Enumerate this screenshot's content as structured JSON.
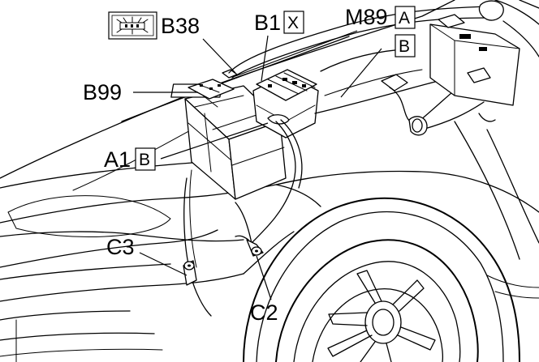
{
  "callouts": [
    {
      "id": "b38",
      "text": "B38",
      "suffix": ""
    },
    {
      "id": "b1",
      "text": "B1",
      "suffix": "X"
    },
    {
      "id": "m89",
      "text": "M89",
      "suffix": "A"
    },
    {
      "id": "m89b",
      "text": "",
      "suffix": "B"
    },
    {
      "id": "b99",
      "text": "B99",
      "suffix": ""
    },
    {
      "id": "a1",
      "text": "A1",
      "suffix": "B"
    },
    {
      "id": "c3",
      "text": "C3",
      "suffix": ""
    },
    {
      "id": "c2",
      "text": "C2",
      "suffix": ""
    }
  ],
  "icons": {
    "legend_symbol": "fuse-box-icon"
  }
}
